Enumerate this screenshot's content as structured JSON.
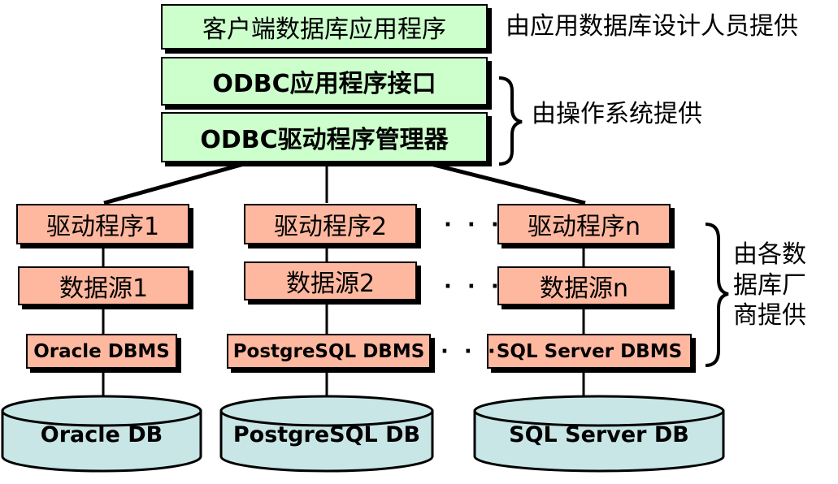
{
  "top_stack": {
    "app": "客户端数据库应用程序",
    "api": "ODBC应用程序接口",
    "manager": "ODBC驱动程序管理器"
  },
  "notes": {
    "app_provider": "由应用数据库设计人员提供",
    "os_provider": "由操作系统提供",
    "vendor_line1": "由各数",
    "vendor_line2": "据库厂",
    "vendor_line3": "商提供"
  },
  "columns": [
    {
      "driver": "驱动程序1",
      "source": "数据源1",
      "dbms": "Oracle DBMS",
      "db": "Oracle DB"
    },
    {
      "driver": "驱动程序2",
      "source": "数据源2",
      "dbms": "PostgreSQL DBMS",
      "db": "PostgreSQL DB"
    },
    {
      "driver": "驱动程序n",
      "source": "数据源n",
      "dbms": "SQL Server DBMS",
      "db": "SQL Server DB"
    }
  ],
  "ellipsis": "· · ·",
  "colors": {
    "green_box": "#ccffcc",
    "peach_box": "#ffb8a0",
    "cylinder": "#c8e6e6",
    "line": "#000000"
  }
}
